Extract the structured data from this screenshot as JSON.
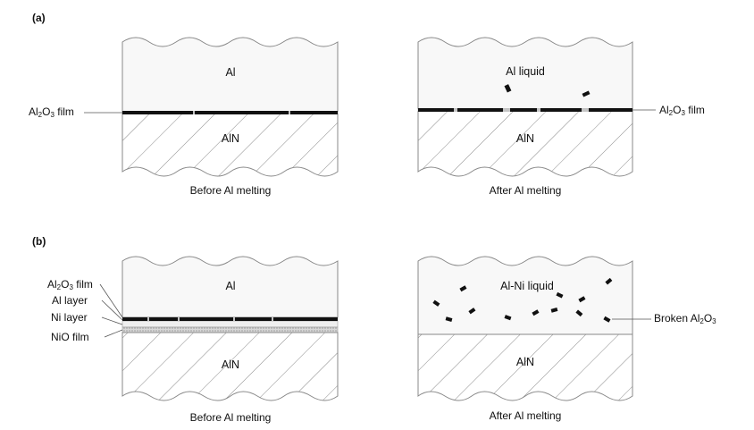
{
  "panels": {
    "a": {
      "tag": "(a)",
      "left": {
        "top_label": "Al",
        "bottom_label": "AlN",
        "caption": "Before Al melting",
        "film_label_main": "Al",
        "film_label_sub1": "2",
        "film_label_mid": "O",
        "film_label_sub2": "3",
        "film_label_end": " film"
      },
      "right": {
        "top_label": "Al liquid",
        "bottom_label": "AlN",
        "caption": "After Al melting",
        "film_label_main": "Al",
        "film_label_sub1": "2",
        "film_label_mid": "O",
        "film_label_sub2": "3",
        "film_label_end": " film"
      }
    },
    "b": {
      "tag": "(b)",
      "left": {
        "top_label": "Al",
        "bottom_label": "AlN",
        "caption": "Before Al melting",
        "film_label_main": "Al",
        "film_label_sub1": "2",
        "film_label_mid": "O",
        "film_label_sub2": "3",
        "film_label_end": " film",
        "al_layer": "Al layer",
        "ni_layer": "Ni layer",
        "nio_film": "NiO film"
      },
      "right": {
        "top_label": "Al-Ni liquid",
        "bottom_label": "AlN",
        "caption": "After Al melting",
        "broken_main": "Broken Al",
        "broken_sub1": "2",
        "broken_mid": "O",
        "broken_sub2": "3"
      }
    }
  }
}
